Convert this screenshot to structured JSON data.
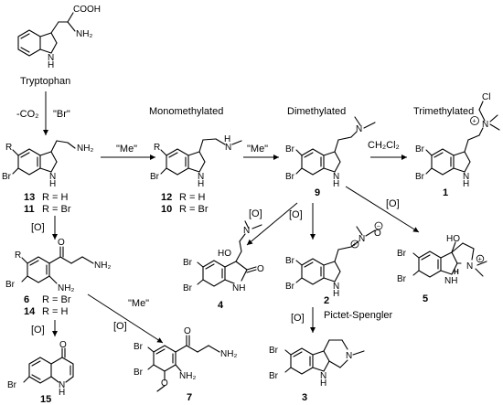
{
  "labels": {
    "tryptophan": "Tryptophan",
    "monomethylated": "Monomethylated",
    "dimethylated": "Dimethylated",
    "trimethylated": "Trimethylated",
    "pictet_spengler": "Pictet-Spengler",
    "ch2cl2": "CH₂Cl₂"
  },
  "reagents": {
    "co2": "-CO₂",
    "br": "\"Br\"",
    "me1": "\"Me\"",
    "me2": "\"Me\"",
    "me3": "\"Me\"",
    "ox_9_4": "[O]",
    "ox_9_2": "[O]",
    "ox_9_5": "[O]",
    "ox_13_6": "[O]",
    "ox_6_15": "[O]",
    "ox_6_7": "[O]",
    "ox_2_3": "[O]"
  },
  "compounds": {
    "c13": "13",
    "c11": "11",
    "c13_r": "R = H",
    "c11_r": "R = Br",
    "c12": "12",
    "c10": "10",
    "c12_r": "R = H",
    "c10_r": "R = Br",
    "c9": "9",
    "c1": "1",
    "c6": "6",
    "c14": "14",
    "c6_r": "R = Br",
    "c14_r": "R = H",
    "c4": "4",
    "c2": "2",
    "c5": "5",
    "c15": "15",
    "c7": "7",
    "c3": "3"
  },
  "atoms": {
    "cooh": "COOH",
    "nh2": "NH₂",
    "nh2b": "NH₂",
    "nh2c": "NH₂",
    "nh2d": "NH₂",
    "nh2e": "NH₂",
    "h": "H",
    "n": "N",
    "br": "Br",
    "r": "R",
    "o": "O",
    "ho": "HO",
    "cl": "Cl",
    "nh": "NH",
    "h_bold": "H",
    "plus": "+",
    "minus": "−"
  }
}
